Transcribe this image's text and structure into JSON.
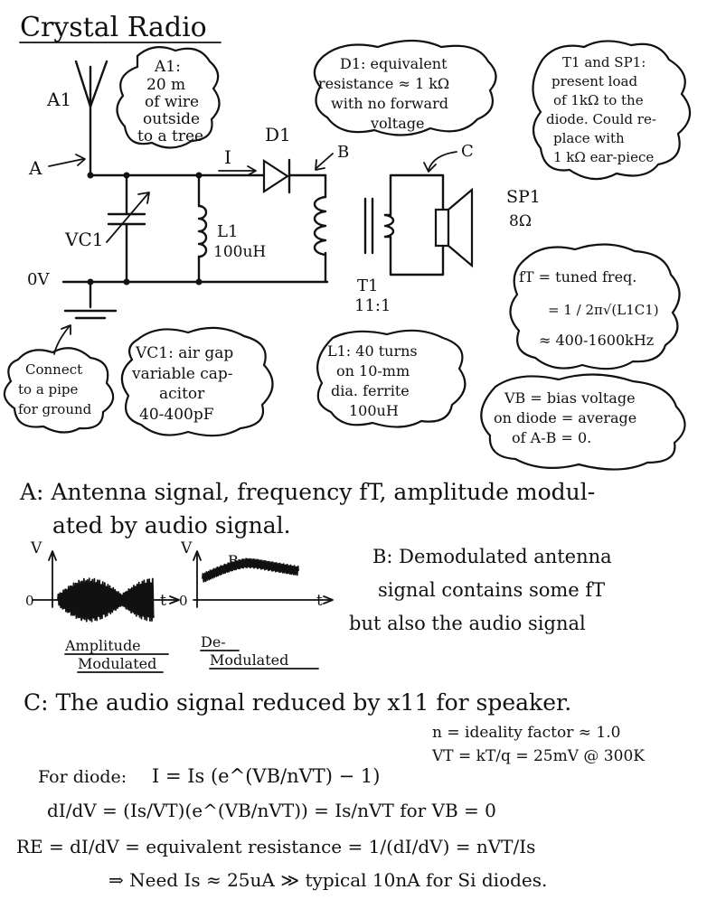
{
  "title": "Crystal Radio",
  "labels": {
    "a1": "A1",
    "a": "A",
    "zero_v": "0V",
    "vc1": "VC1",
    "l1_name": "L1",
    "l1_value": "100uH",
    "i": "I",
    "d1": "D1",
    "b": "B",
    "c": "C",
    "t1": "T1",
    "t1_ratio": "11:1",
    "sp1_name": "SP1",
    "sp1_value": "8Ω"
  },
  "notes": {
    "a1": [
      "A1:",
      "20 m",
      "of wire",
      "outside",
      "to a tree"
    ],
    "d1": [
      "D1: equivalent",
      "resistance ≈ 1 kΩ",
      "with no forward",
      "voltage"
    ],
    "t1sp1": [
      "T1 and SP1:",
      "present load",
      "of 1kΩ to the",
      "diode. Could re-",
      "place with",
      "1 kΩ ear-piece"
    ],
    "ground": [
      "Connect",
      "to a pipe",
      "for ground"
    ],
    "vc1": [
      "VC1: air gap",
      "variable cap-",
      "acitor",
      "40-400pF"
    ],
    "l1": [
      "L1: 40 turns",
      "on 10-mm",
      "dia. ferrite",
      "100uH"
    ],
    "ft": [
      "fT = tuned freq.",
      "= 1 / 2π√(L1C1)",
      "≈ 400-1600kHz"
    ],
    "vb": [
      "VB = bias voltage",
      "on diode = average",
      "of A-B = 0."
    ]
  },
  "explain": {
    "a_line1": "A: Antenna signal, frequency fT, amplitude modul-",
    "a_line2": "ated by audio signal.",
    "b_line1": "B: Demodulated antenna",
    "b_line2": "signal contains some fT",
    "b_line3": "but also the audio signal",
    "c_line": "C: The audio signal reduced by x11 for speaker."
  },
  "graphs": {
    "v_axis": "V",
    "t_axis": "t",
    "zero": "0",
    "b_mark": "B",
    "am_caption1": "Amplitude",
    "am_caption2": "Modulated",
    "dm_caption1": "De-",
    "dm_caption2": "Modulated"
  },
  "equations": {
    "ideality": "n = ideality factor ≈ 1.0",
    "vt": "VT = kT/q = 25mV @ 300K",
    "diode_label": "For diode:",
    "diode": "I = Is (e^(VB/nVT) − 1)",
    "didv": "dI/dV = (Is/VT)(e^(VB/nVT)) = Is/nVT for VB = 0",
    "re": "RE = dI/dV = equivalent resistance = 1/(dI/dV) = nVT/Is",
    "need": "⇒ Need Is ≈ 25uA ≫ typical 10nA for Si diodes."
  }
}
